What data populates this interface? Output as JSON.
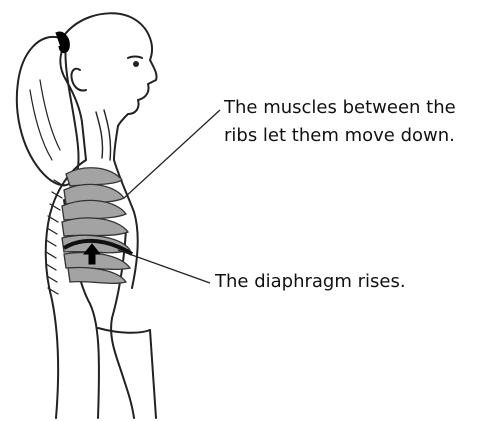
{
  "annotations": {
    "intercostal_muscles": {
      "line1": "The muscles between the",
      "line2": "ribs let them move down."
    },
    "diaphragm": {
      "text": "The diaphragm rises."
    }
  },
  "colors": {
    "outline": "#222222",
    "ribs": "#9a9a9a",
    "hair_tie": "#000000",
    "arrow": "#000000",
    "background": "#ffffff"
  }
}
